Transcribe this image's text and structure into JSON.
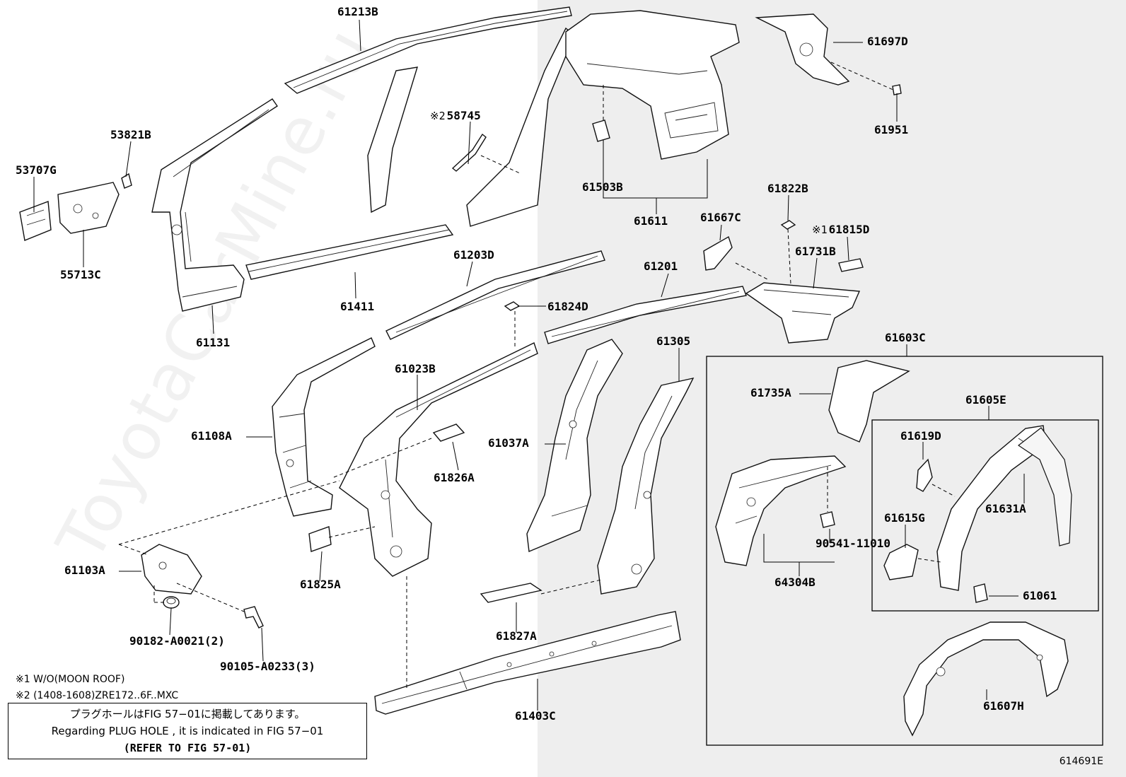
{
  "labels": {
    "p61213B": "61213B",
    "p58745_mark": "※2",
    "p58745": "58745",
    "p53821B": "53821B",
    "p53707G": "53707G",
    "p55713C": "55713C",
    "p61131": "61131",
    "p61411": "61411",
    "p61203D": "61203D",
    "p61824D": "61824D",
    "p61201": "61201",
    "p61503B": "61503B",
    "p61611": "61611",
    "p61697D": "61697D",
    "p61951": "61951",
    "p61822B": "61822B",
    "p61667C": "61667C",
    "p61815D_mark": "※1",
    "p61815D": "61815D",
    "p61731B": "61731B",
    "p61603C": "61603C",
    "p61305": "61305",
    "p61023B": "61023B",
    "p61108A": "61108A",
    "p61037A": "61037A",
    "p61826A": "61826A",
    "p61735A": "61735A",
    "p61605E": "61605E",
    "p61619D": "61619D",
    "p61631A": "61631A",
    "p61615G": "61615G",
    "p61061": "61061",
    "p90541": "90541-11010",
    "p64304B": "64304B",
    "p61103A": "61103A",
    "p61825A": "61825A",
    "p61827A": "61827A",
    "p90182": "90182-A0021(2)",
    "p90105": "90105-A0233(3)",
    "p61403C": "61403C",
    "p61607H": "61607H"
  },
  "notes": {
    "n1": "※1 W/O(MOON ROOF)",
    "n2": "※2 (1408-1608)ZRE172..6F..MXC"
  },
  "notebox": {
    "line1": "プラグホールはFIG 57−01に掲載してあります。",
    "line2": "Regarding PLUG HOLE , it is indicated in FIG 57−01",
    "line3": "(REFER TO FIG 57-01)"
  },
  "figure_code": "614691E",
  "watermark": "ToyotaCarMine.ru"
}
